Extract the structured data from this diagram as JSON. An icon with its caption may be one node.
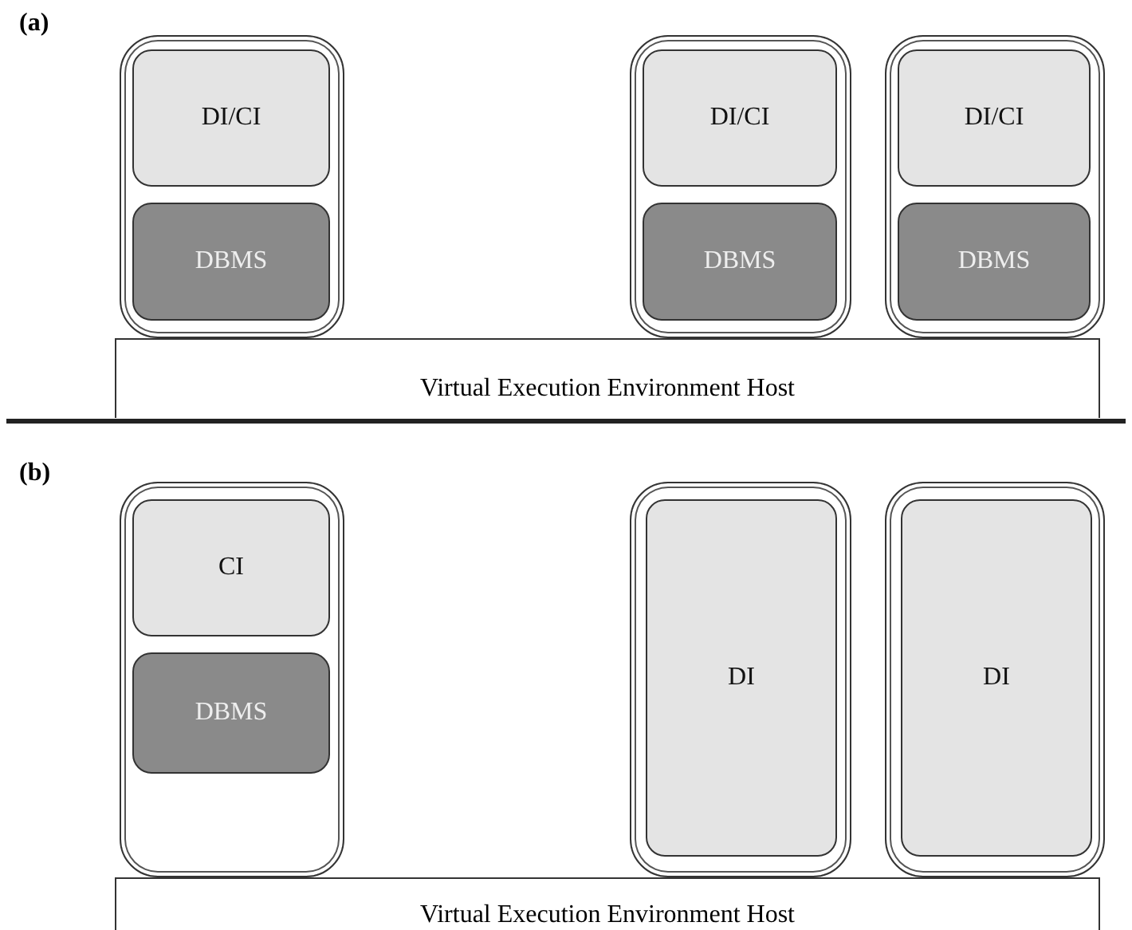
{
  "diagram": {
    "nodes": [
      {
        "text": [],
        "shape": "box"
      },
      {
        "text": [
          "DI/CI"
        ],
        "in": 0
      },
      {
        "text": [
          "DBMS"
        ],
        "in": 0
      },
      {
        "text": [],
        "shape": "box"
      },
      {
        "text": [
          "DI/CI"
        ],
        "in": 3
      },
      {
        "text": [
          "DBMS"
        ],
        "in": 3
      },
      {
        "text": [],
        "shape": "box"
      },
      {
        "text": [
          "DI/CI"
        ],
        "in": 6
      },
      {
        "text": [
          "DBMS"
        ],
        "in": 6
      },
      {
        "text": [
          "Virtual Execution Environment Host"
        ]
      },
      {
        "text": [],
        "shape": "box"
      },
      {
        "text": [
          "CI"
        ],
        "in": 10
      },
      {
        "text": [
          "DBMS"
        ],
        "in": 10
      },
      {
        "text": [],
        "shape": "box"
      },
      {
        "text": [
          "DI"
        ],
        "in": 13
      },
      {
        "text": [],
        "shape": "box"
      },
      {
        "text": [
          "DI"
        ],
        "in": 15
      },
      {
        "text": [
          "Virtual Execution Environment Host"
        ]
      }
    ],
    "edges": [],
    "labels": [
      "(a)",
      "(b)"
    ]
  }
}
